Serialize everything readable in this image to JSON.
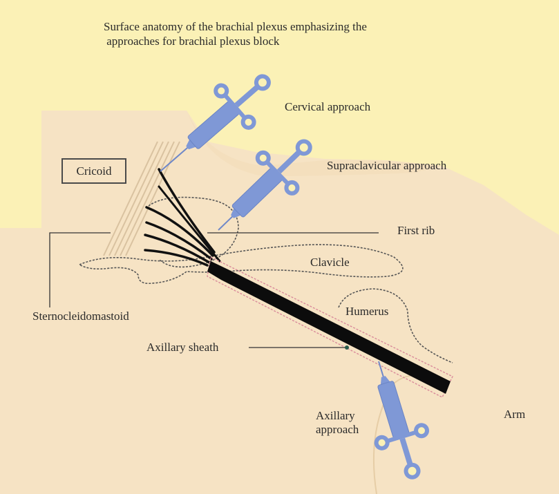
{
  "title": {
    "line1": "Surface anatomy of the brachial plexus emphasizing the",
    "line2": " approaches for brachial plexus block"
  },
  "labels": {
    "cricoid": "Cricoid",
    "cervical_approach": "Cervical approach",
    "supraclavicular_approach": "Supraclavicular approach",
    "first_rib": "First rib",
    "clavicle": "Clavicle",
    "sternocleidomastoid": "Sternocleidomastoid",
    "humerus": "Humerus",
    "axillary_sheath": "Axillary sheath",
    "axillary_approach_line1": "Axillary",
    "axillary_approach_line2": "approach",
    "arm": "Arm"
  },
  "colors": {
    "background": "#fbf1b6",
    "skin": "#f6e3c4",
    "needle": "#7f98d6",
    "plexus": "#111111"
  }
}
